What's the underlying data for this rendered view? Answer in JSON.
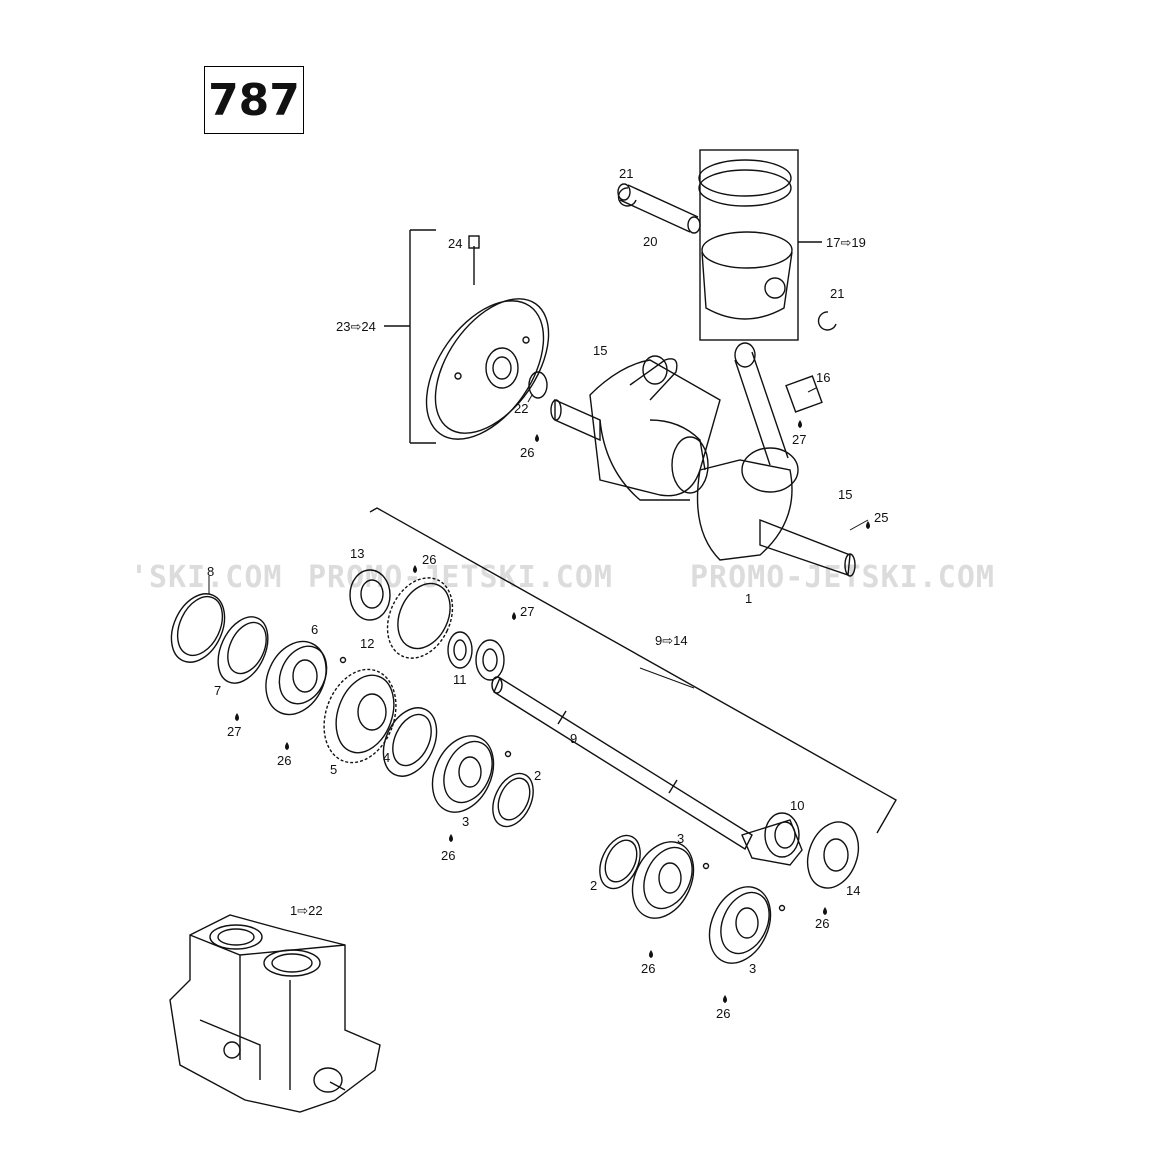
{
  "engine_code": "787",
  "watermark": {
    "left": "'SKI.COM",
    "center": "PROMO-JETSKI.COM",
    "right": "PROMO-JETSKI.COM"
  },
  "callouts": {
    "c21a": "21",
    "c20": "20",
    "c17": "17⇨19",
    "c21b": "21",
    "c24": "24",
    "c23": "23⇨24",
    "c15a": "15",
    "c16": "16",
    "c22": "22",
    "c27a": "27",
    "c26a": "26",
    "c15b": "15",
    "c25": "25",
    "c1": "1",
    "c13": "13",
    "c26b": "26",
    "c8": "8",
    "c6": "6",
    "c12": "12",
    "c27b": "27",
    "c9_14": "9⇨14",
    "c7": "7",
    "c11": "11",
    "c27c": "27",
    "c26c": "26",
    "c5": "5",
    "c4": "4",
    "c9": "9",
    "c2a": "2",
    "c3a": "3",
    "c26d": "26",
    "c10": "10",
    "c3b": "3",
    "c2b": "2",
    "c14": "14",
    "c26e": "26",
    "c26f": "26",
    "c3c": "3",
    "c26g": "26",
    "c1_22": "1⇨22"
  }
}
